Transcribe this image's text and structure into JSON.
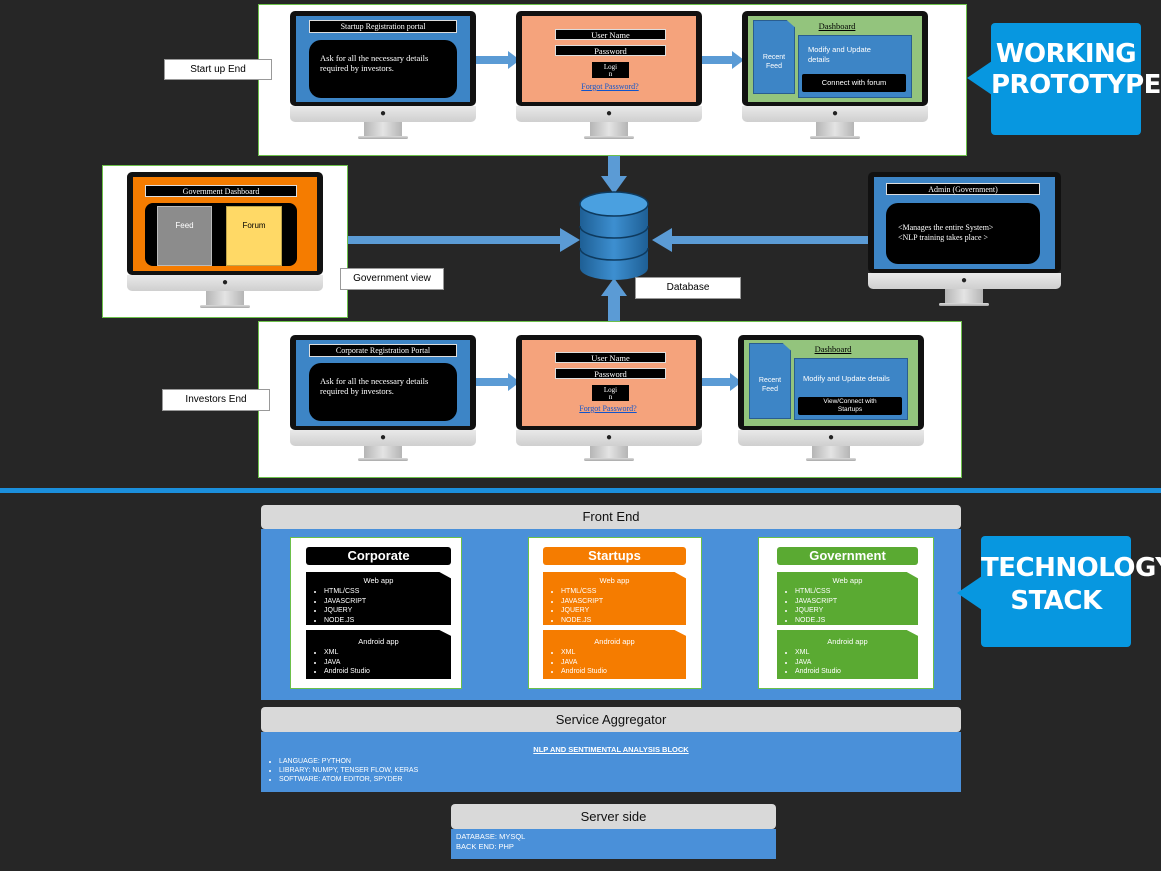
{
  "prototype": {
    "callout": [
      "WORKING",
      "PROTOTYPE"
    ],
    "startup": {
      "label": "Start up End",
      "registration": {
        "title": "Startup Registration portal",
        "body": "Ask for all the necessary details required by investors."
      },
      "login": {
        "username": "User Name",
        "password": "Password",
        "login_line1": "Logi",
        "login_line2": "n",
        "forgot": "Forgot Password?"
      },
      "dashboard": {
        "title": "Dashboard",
        "recent_line1": "Recent",
        "recent_line2": "Feed",
        "modify": "Modify and Update details",
        "button": "Connect with forum"
      }
    },
    "government": {
      "label": "Government view",
      "title": "Government Dashboard",
      "feed": "Feed",
      "forum": "Forum"
    },
    "database": {
      "label": "Database"
    },
    "admin": {
      "title": "Admin (Government)",
      "line1": "<Manages the entire System>",
      "line2": "<NLP training takes place >"
    },
    "investor": {
      "label": "Investors End",
      "registration": {
        "title": "Corporate Registration Portal",
        "body": "Ask for all the necessary details required by investors."
      },
      "login": {
        "username": "User Name",
        "password": "Password",
        "login_line1": "Logi",
        "login_line2": "n",
        "forgot": "Forgot Password?"
      },
      "dashboard": {
        "title": "Dashboard",
        "recent_line1": "Recent",
        "recent_line2": "Feed",
        "modify": "Modify and Update details",
        "button_line1": "View/Connect with",
        "button_line2": "Startups"
      }
    }
  },
  "stack": {
    "callout": [
      "TECHNOLOGY",
      "STACK"
    ],
    "front_end": "Front End",
    "columns": [
      {
        "title": "Corporate",
        "color": "#000000",
        "web_title": "Web app",
        "web_items": [
          "HTML/CSS",
          "JAVASCRIPT",
          "JQUERY",
          "NODE.JS"
        ],
        "android_title": "Android app",
        "android_items": [
          "XML",
          "JAVA",
          "Android Studio"
        ]
      },
      {
        "title": "Startups",
        "color": "#f57c00",
        "web_title": "Web app",
        "web_items": [
          "HTML/CSS",
          "JAVASCRIPT",
          "JQUERY",
          "NODE.JS"
        ],
        "android_title": "Android app",
        "android_items": [
          "XML",
          "JAVA",
          "Android Studio"
        ]
      },
      {
        "title": "Government",
        "color": "#5aaa32",
        "web_title": "Web app",
        "web_items": [
          "HTML/CSS",
          "JAVASCRIPT",
          "JQUERY",
          "NODE.JS"
        ],
        "android_title": "Android app",
        "android_items": [
          "XML",
          "JAVA",
          "Android Studio"
        ]
      }
    ],
    "service_aggregator": {
      "title": "Service Aggregator",
      "block_title": "NLP AND SENTIMENTAL ANALYSIS BLOCK",
      "items": [
        "LANGUAGE: PYTHON",
        "LIBRARY: NUMPY, TENSER FLOW, KERAS",
        "SOFTWARE: ATOM EDITOR, SPYDER"
      ]
    },
    "server_side": {
      "title": "Server side",
      "line1": "DATABASE: MYSQL",
      "line2": "BACK END: PHP"
    }
  }
}
